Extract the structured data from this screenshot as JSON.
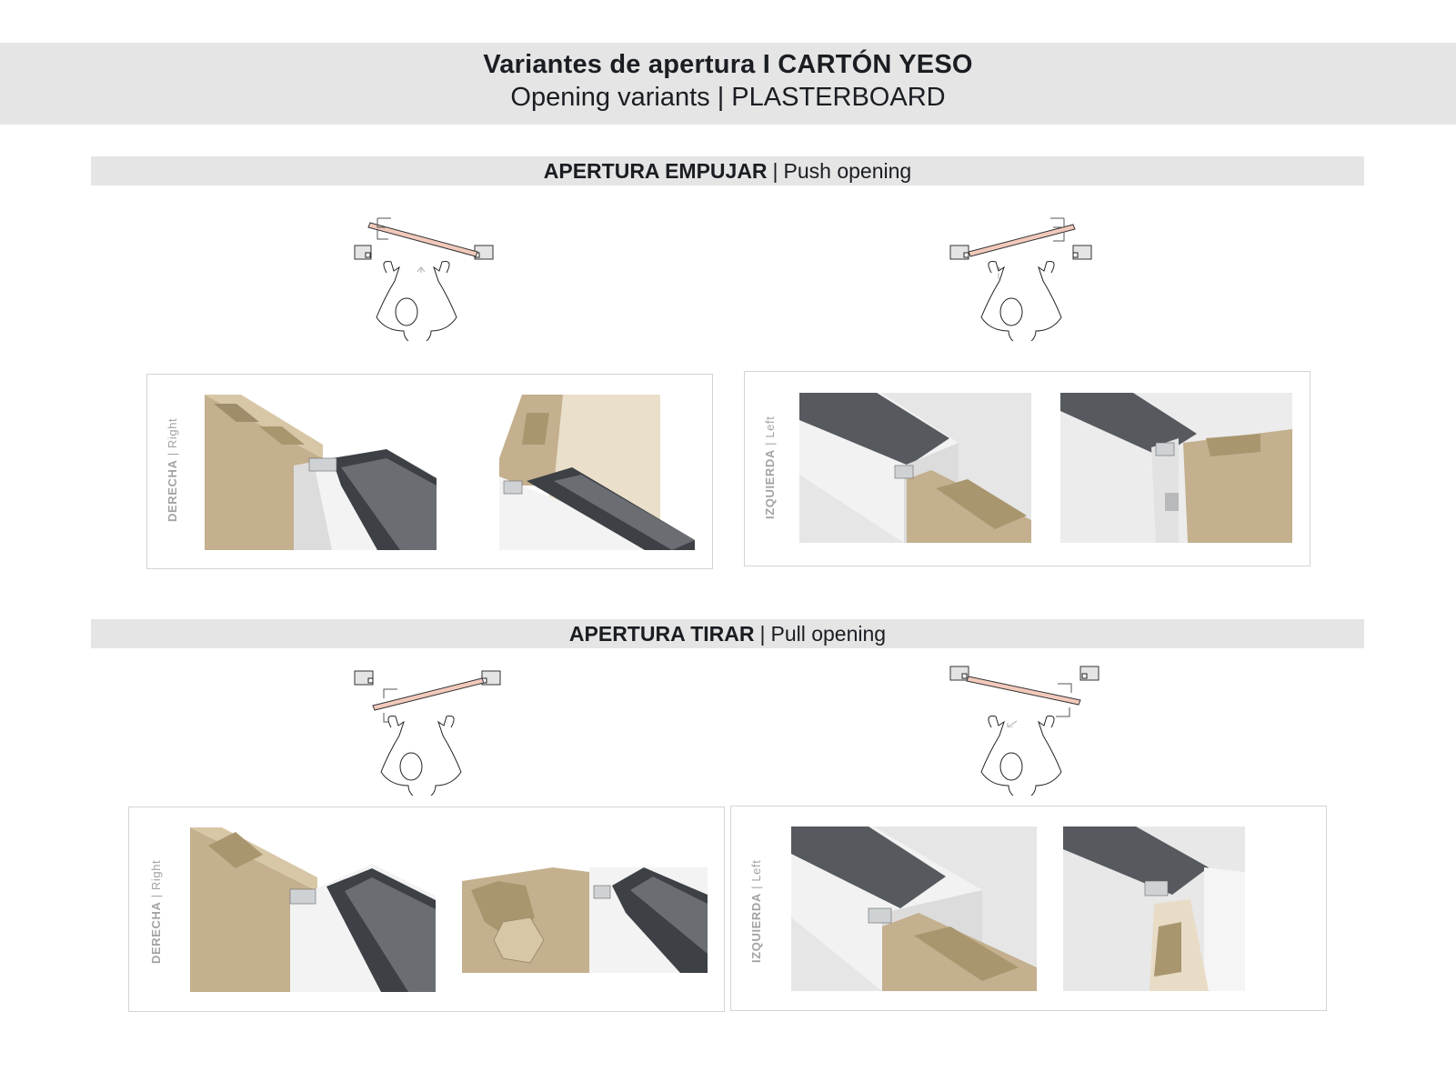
{
  "header": {
    "title_es": "Variantes de apertura I CARTÓN YESO",
    "title_en": "Opening variants | PLASTERBOARD"
  },
  "sections": [
    {
      "id": "push",
      "title_es": "APERTURA EMPUJAR",
      "separator": "|",
      "title_en": "Push opening",
      "diagrams": [
        {
          "side": "right",
          "motion": "push",
          "arrow": "up"
        },
        {
          "side": "left",
          "motion": "push",
          "arrow": "up"
        }
      ],
      "panels": [
        {
          "label_es": "DERECHA",
          "separator": "|",
          "label_en": "Right"
        },
        {
          "label_es": "IZQUIERDA",
          "separator": "|",
          "label_en": "Left"
        }
      ]
    },
    {
      "id": "pull",
      "title_es": "APERTURA TIRAR",
      "separator": "|",
      "title_en": "Pull opening",
      "diagrams": [
        {
          "side": "right",
          "motion": "pull",
          "arrow": "down-right"
        },
        {
          "side": "left",
          "motion": "pull",
          "arrow": "down-left"
        }
      ],
      "panels": [
        {
          "label_es": "DERECHA",
          "separator": "|",
          "label_en": "Right"
        },
        {
          "label_es": "IZQUIERDA",
          "separator": "|",
          "label_en": "Left"
        }
      ]
    }
  ],
  "colors": {
    "band_bg": "#e5e5e5",
    "door_leaf": "#f2c9bb",
    "cardboard": "#c4b08e",
    "cardboard_light": "#e8dcc6",
    "frame_dark": "#4a4d52",
    "label_gray": "#a3a3a3"
  }
}
